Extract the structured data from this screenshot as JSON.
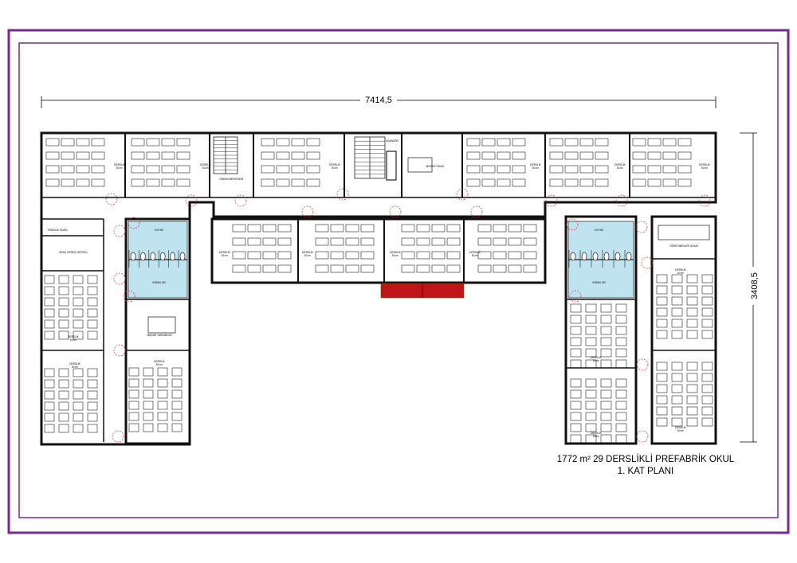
{
  "colors": {
    "frame": "#7a2a8e",
    "wall": "#111111",
    "door_arc": "#d0303a",
    "wet_area": "#bfe3ef",
    "entrance": "#c0141a"
  },
  "dimensions": {
    "width_label": "7414,5",
    "height_label": "3408,5"
  },
  "caption": {
    "line1": "1772 m² 29 DERSLİKLİ PREFABRİK OKUL",
    "line2": "1. KAT PLANI"
  },
  "rooms": {
    "classroom": "DERSLİK",
    "classroom_area": "50 m²",
    "teachers_room": "ÖĞRETMENLER ODASI",
    "manager_room": "MÜDÜR ODASI",
    "manager_deputy": "MÜDÜR YARDIMCISI",
    "toilet_wc": "KIZ WC",
    "toilet_boys": "ERKEK WC",
    "stair_hall": "YANGIN MERDİVENİ",
    "elevator": "ASANSÖR",
    "cleaning": "TEMİZLİK ODASI",
    "storage": "ARAÇ GEREÇ DEPOSU"
  }
}
